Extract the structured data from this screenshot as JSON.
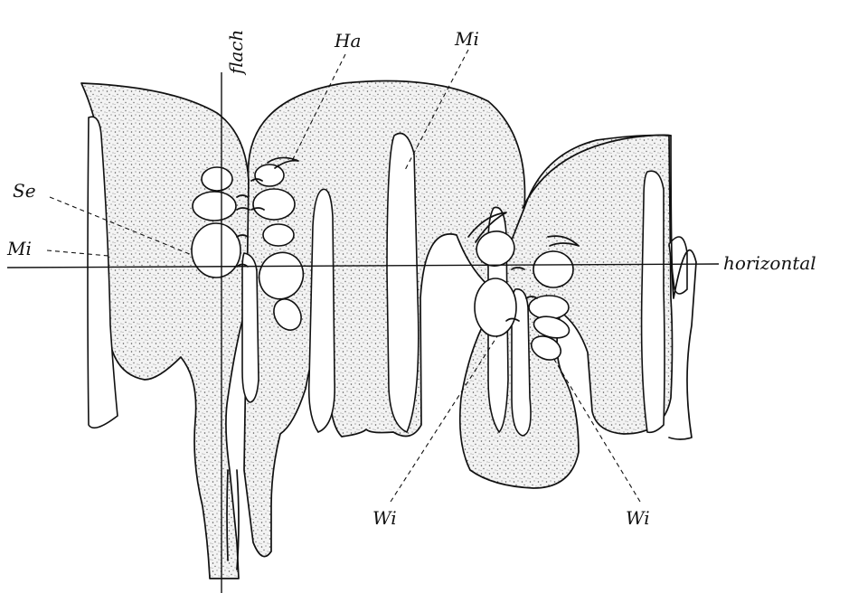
{
  "labels": {
    "flach": "flach",
    "ha": "Ha",
    "mi_top": "Mi",
    "se": "Se",
    "mi_left": "Mi",
    "horizontal": "horizontal",
    "wi_left": "Wi",
    "wi_right": "Wi"
  }
}
